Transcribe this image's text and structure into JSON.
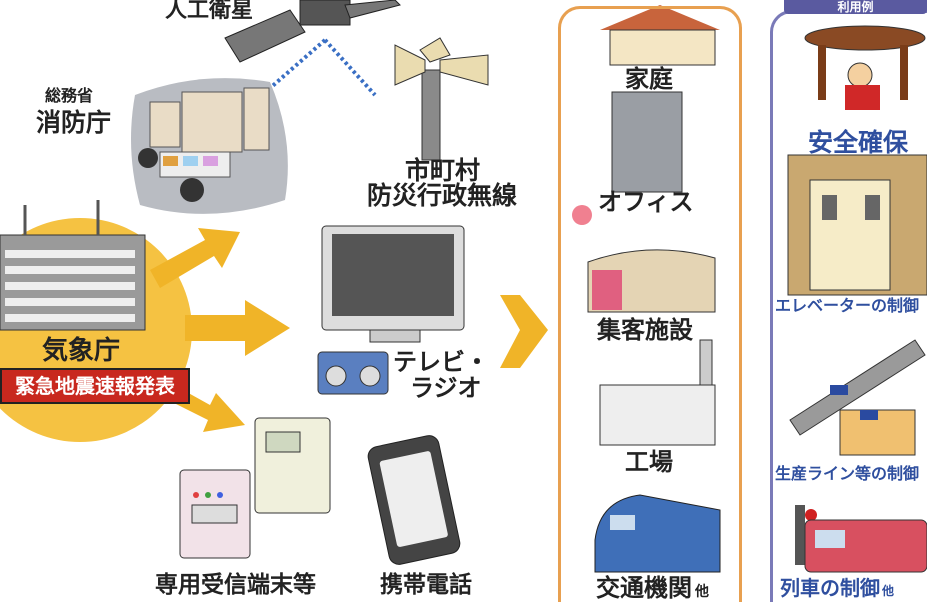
{
  "sources": {
    "satellite": "人工衛星",
    "ministry": "総務省",
    "fire_agency": "消防庁",
    "municipal_line1": "市町村",
    "municipal_line2": "防災行政無線",
    "jma": "気象庁",
    "announcement": "緊急地震速報発表",
    "tv_radio_line1": "テレビ・",
    "tv_radio_line2": "ラジオ",
    "terminal": "専用受信端末等",
    "mobile": "携帯電話"
  },
  "places": [
    "家庭",
    "オフィス",
    "集客施設",
    "工場",
    "交通機関"
  ],
  "places_suffix": "他",
  "usage": {
    "header": "利用例",
    "items": [
      "安全確保",
      "エレベーターの制御",
      "生産ライン等の制御",
      "列車の制御"
    ],
    "suffix": "他"
  },
  "colors": {
    "arrow": "#f0b428",
    "announcement_bg": "#c8281e",
    "places_border": "#e8a050",
    "usage_border": "#7a7ab8",
    "usage_text": "#2f4f9f"
  }
}
